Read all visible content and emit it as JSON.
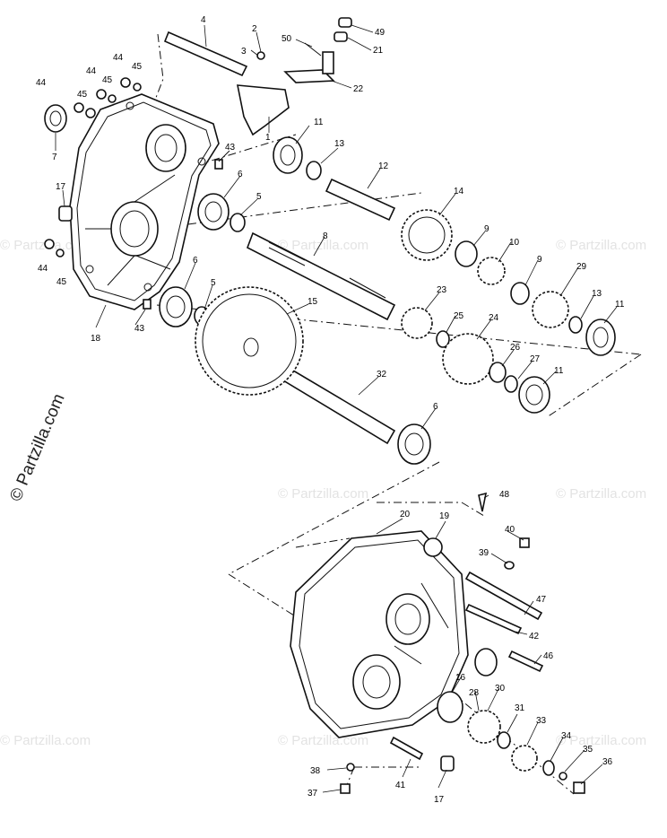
{
  "watermarks": {
    "small": "© Partzilla.com",
    "side": "© Partzilla.com"
  },
  "labels": {
    "p1": "1",
    "p2": "2",
    "p3": "3",
    "p4": "4",
    "p5a": "5",
    "p5b": "5",
    "p6a": "6",
    "p6b": "6",
    "p6c": "6",
    "p7": "7",
    "p8": "8",
    "p9a": "9",
    "p9b": "9",
    "p10": "10",
    "p11a": "11",
    "p11b": "11",
    "p11c": "11",
    "p12": "12",
    "p13a": "13",
    "p13b": "13",
    "p14": "14",
    "p15": "15",
    "p16": "16",
    "p17a": "17",
    "p17b": "17",
    "p18": "18",
    "p19": "19",
    "p20": "20",
    "p21": "21",
    "p22": "22",
    "p23": "23",
    "p24": "24",
    "p25": "25",
    "p26": "26",
    "p27": "27",
    "p28": "28",
    "p29": "29",
    "p30": "30",
    "p31": "31",
    "p32": "32",
    "p33": "33",
    "p34": "34",
    "p35": "35",
    "p36": "36",
    "p37": "37",
    "p38": "38",
    "p39": "39",
    "p40": "40",
    "p41": "41",
    "p42": "42",
    "p43a": "43",
    "p43b": "43",
    "p44a": "44",
    "p44b": "44",
    "p44c": "44",
    "p44d": "44",
    "p45a": "45",
    "p45b": "45",
    "p45c": "45",
    "p45d": "45",
    "p46": "46",
    "p47": "47",
    "p48": "48",
    "p49": "49",
    "p50": "50"
  }
}
